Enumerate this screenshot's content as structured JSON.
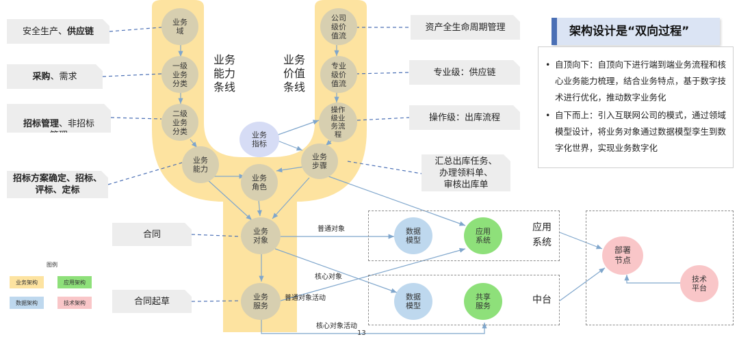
{
  "title": "架构设计是“双向过程”",
  "capability_line": "业务\n能力\n条线",
  "value_line": "业务\n价值\n条线",
  "nodes": {
    "domain": "业务\n域",
    "l1": "一级\n业务\n分类",
    "l2": "二级\n业务\n分类",
    "capability": "业务\n能力",
    "role": "业务\n角色",
    "object": "业务\n对象",
    "service": "业务\n服务",
    "indicator": "业务\n指标",
    "company_stream": "公司\n级价\n值流",
    "pro_stream": "专业\n级价\n值流",
    "op_flow": "操作\n级业\n务流\n程",
    "step": "业务\n步骤",
    "data_model_1": "数据\n模型",
    "app_system": "应用\n系统",
    "data_model_2": "数据\n模型",
    "shared_service": "共享\n服务",
    "deploy_node": "部署\n节点",
    "tech_platform": "技术\n平台"
  },
  "left_labels": {
    "l1": {
      "plain": "安全生产、",
      "bold": "供应链"
    },
    "l2": {
      "bold": "采购",
      "plain": "、需求"
    },
    "l3": {
      "bold": "招标管理",
      "plain": "、非招标\n管理"
    },
    "l4": {
      "bold": "招标方案确定、招标、\n评标、定标",
      "plain": ""
    },
    "contract": "合同",
    "draft": "合同起草"
  },
  "right_labels": {
    "r1": "资产全生命周期管理",
    "r2": "专业级：供应链",
    "r3": "操作级：出库流程",
    "r4": "汇总出库任务、\n办理领料单、\n审核出库单"
  },
  "edge_labels": {
    "common_object": "普通对象",
    "core_object": "核心对象",
    "common_activity": "普通对象活动",
    "core_activity": "核心对象活动"
  },
  "side_labels": {
    "app_system": "应用\n系统",
    "middle": "中台"
  },
  "bullets": [
    "自顶向下：自顶向下进行端到端业务流程和核心业务能力梳理，结合业务特点，基于数字技术进行优化，推动数字业务化",
    "自下而上：引入互联网公司的模式，通过领域模型设计，将业务对象通过数据模型孪生到数字化世界，实现业务数字化"
  ],
  "legend": {
    "title": "图例",
    "business": "业务架构",
    "application": "应用架构",
    "data": "数据架构",
    "technology": "技术架构"
  },
  "page_number": "13",
  "colors": {
    "trunk": "#fde3a0",
    "node_beige": "#d7cfb0",
    "node_blue": "#bed8ee",
    "node_green": "#8ee07a",
    "node_pink": "#f9c6c8",
    "title_box": "#dbe4f4",
    "title_accent": "#4a6fb5",
    "arrow": "#7fa6cc"
  }
}
